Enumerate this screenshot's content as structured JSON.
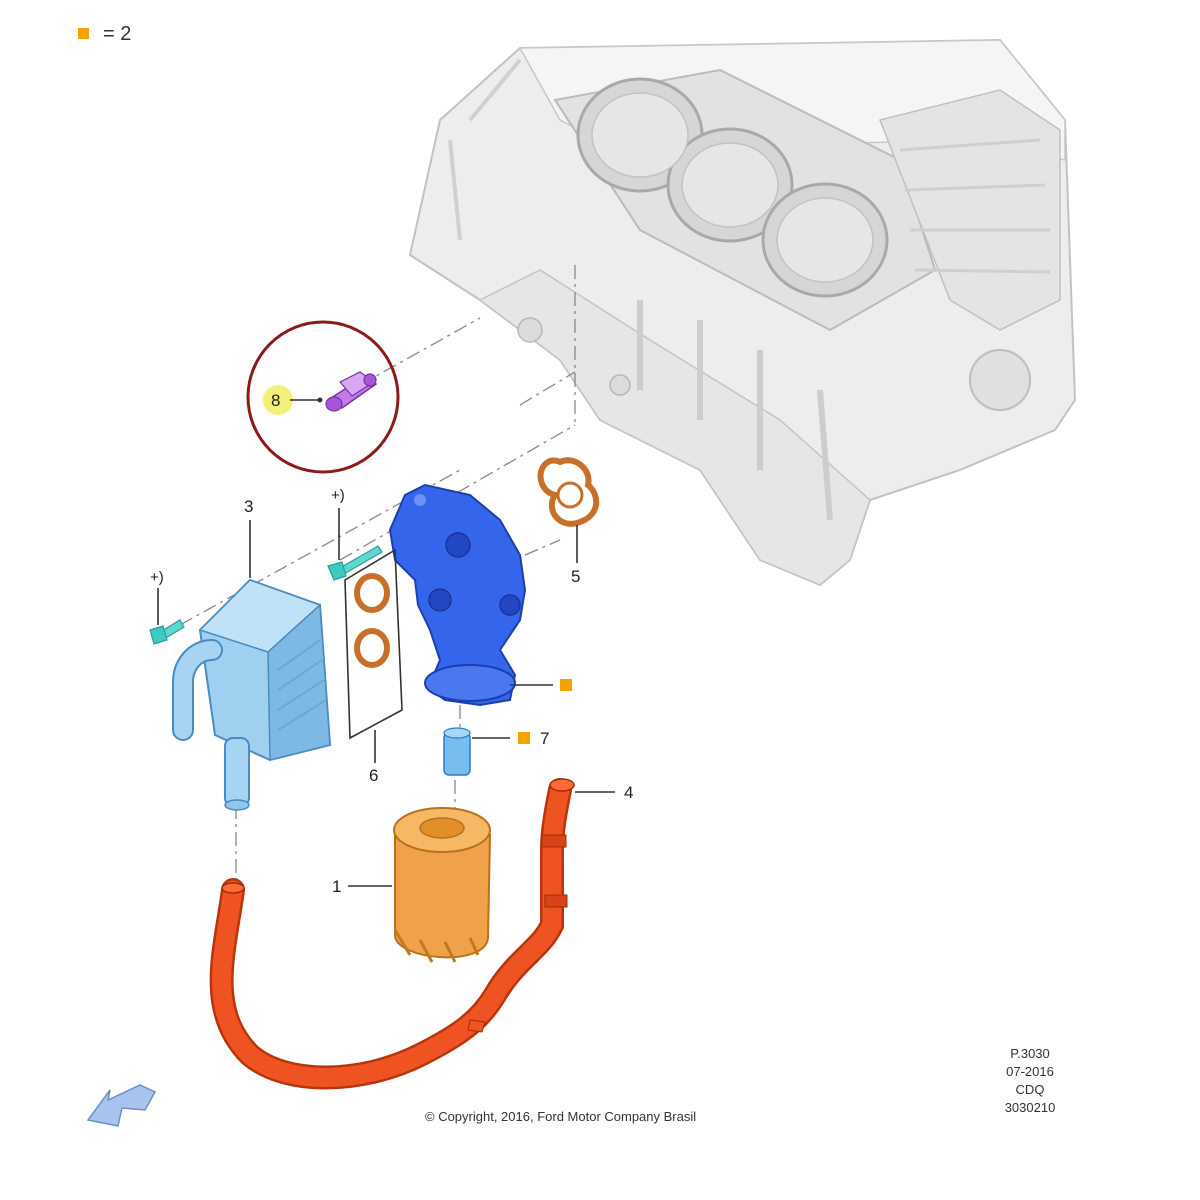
{
  "legend": {
    "label": "=  2",
    "color": "#f5a200"
  },
  "callouts": {
    "c1": "1",
    "c3": "3",
    "c4": "4",
    "c5": "5",
    "c6": "6",
    "c7": "7",
    "c8": "8",
    "plus_a": "+)",
    "plus_b": "+)"
  },
  "copyright": "© Copyright, 2016, Ford Motor Company Brasil",
  "reference": {
    "line1": "P.3030",
    "line2": "07-2016",
    "line3": "CDQ",
    "line4": "3030210"
  },
  "colors": {
    "highlight_circle": "#8b1a1a",
    "callout_highlight": "#f3f07a",
    "marker": "#f5a200",
    "oil_filter": "#f0a040",
    "oil_cooler": "#8ec8ec",
    "filter_housing": "#2d5ee8",
    "hose": "#ee4a1a",
    "gasket": "#c8702a",
    "bolt": "#5fd8d0",
    "connector": "#b060e0",
    "engine_block": "#e8e8e8"
  }
}
